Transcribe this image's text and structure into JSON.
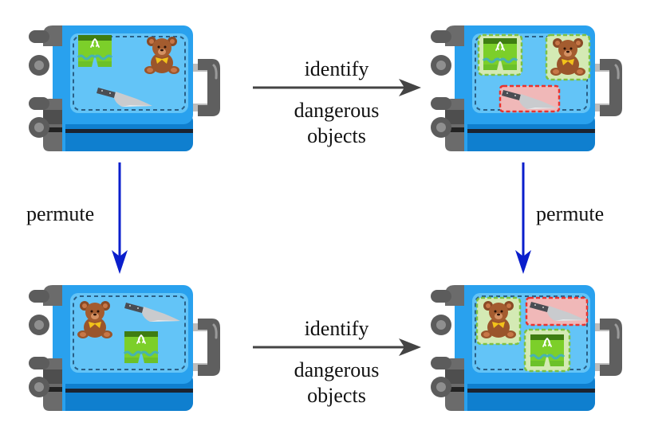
{
  "diagram": {
    "title": "",
    "colors": {
      "suitcase_body": "#29a1ee",
      "suitcase_panel": "#63c4f7",
      "suitcase_bottom": "#0f7fcf",
      "suitcase_stripe": "#1b2330",
      "wheel_dark": "#5c5c5c",
      "wheel_hub": "#8f8f8f",
      "handle_bar": "#b9b9b9",
      "handle_grip": "#5f5f5f",
      "panel_dash": "#2a5f86",
      "safe_box_fill": "#d4eab4",
      "safe_box_border": "#7cc142",
      "danger_box_fill": "#f0b8b8",
      "danger_box_border": "#e8332f",
      "horizontal_arrow": "#444444",
      "vertical_arrow": "#0a1ecc"
    },
    "nodes": [
      {
        "id": "top-left",
        "description": "original suitcase",
        "items": [
          "swim-trunks",
          "teddy-bear",
          "knife"
        ],
        "highlighted": false
      },
      {
        "id": "top-right",
        "description": "original suitcase with detections",
        "items": [
          "swim-trunks",
          "teddy-bear",
          "knife"
        ],
        "highlighted": true,
        "detections": [
          {
            "item": "swim-trunks",
            "status": "safe"
          },
          {
            "item": "teddy-bear",
            "status": "safe"
          },
          {
            "item": "knife",
            "status": "dangerous"
          }
        ]
      },
      {
        "id": "bottom-left",
        "description": "permuted suitcase",
        "items": [
          "teddy-bear",
          "knife",
          "swim-trunks"
        ],
        "highlighted": false
      },
      {
        "id": "bottom-right",
        "description": "permuted suitcase with detections",
        "items": [
          "teddy-bear",
          "knife",
          "swim-trunks"
        ],
        "highlighted": true,
        "detections": [
          {
            "item": "teddy-bear",
            "status": "safe"
          },
          {
            "item": "knife",
            "status": "dangerous"
          },
          {
            "item": "swim-trunks",
            "status": "safe"
          }
        ]
      }
    ],
    "edges": [
      {
        "from": "top-left",
        "to": "top-right",
        "label_above": "identify",
        "label_below_line1": "dangerous",
        "label_below_line2": "objects"
      },
      {
        "from": "bottom-left",
        "to": "bottom-right",
        "label_above": "identify",
        "label_below_line1": "dangerous",
        "label_below_line2": "objects"
      },
      {
        "from": "top-left",
        "to": "bottom-left",
        "label": "permute"
      },
      {
        "from": "top-right",
        "to": "bottom-right",
        "label": "permute"
      }
    ]
  }
}
